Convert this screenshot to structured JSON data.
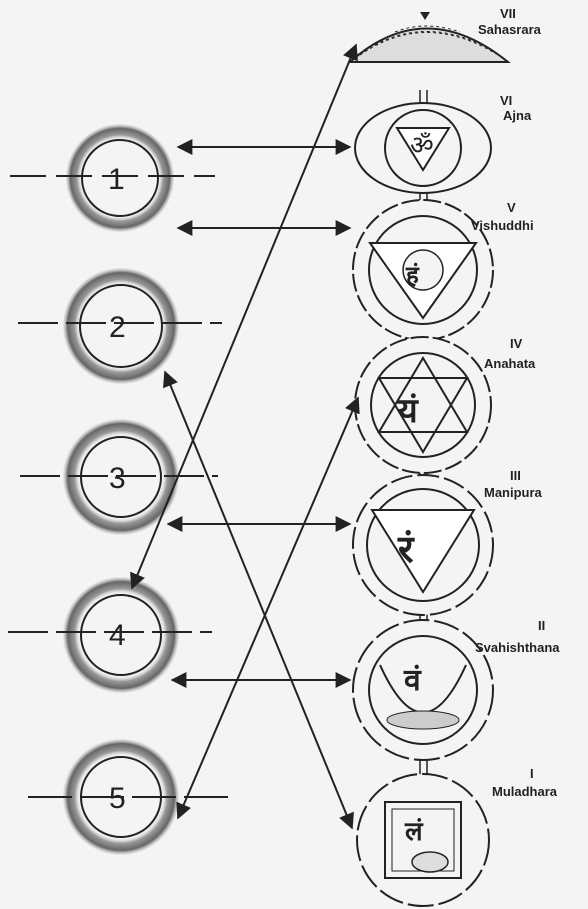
{
  "left_circles": [
    {
      "number": "1"
    },
    {
      "number": "2"
    },
    {
      "number": "3"
    },
    {
      "number": "4"
    },
    {
      "number": "5"
    }
  ],
  "chakras": [
    {
      "numeral": "VII",
      "name": "Sahasrara"
    },
    {
      "numeral": "VI",
      "name": "Ajna",
      "seed": "ॐ"
    },
    {
      "numeral": "V",
      "name": "Vishuddhi",
      "seed": "हं"
    },
    {
      "numeral": "IV",
      "name": "Anahata",
      "seed": "यं"
    },
    {
      "numeral": "III",
      "name": "Manipura",
      "seed": "रं"
    },
    {
      "numeral": "II",
      "name": "Svahishthana",
      "seed": "वं"
    },
    {
      "numeral": "I",
      "name": "Muladhara",
      "seed": "लं"
    }
  ],
  "colors": {
    "ink": "#222222",
    "paper": "#f4f4f4",
    "halo": "#8a8a8a"
  }
}
